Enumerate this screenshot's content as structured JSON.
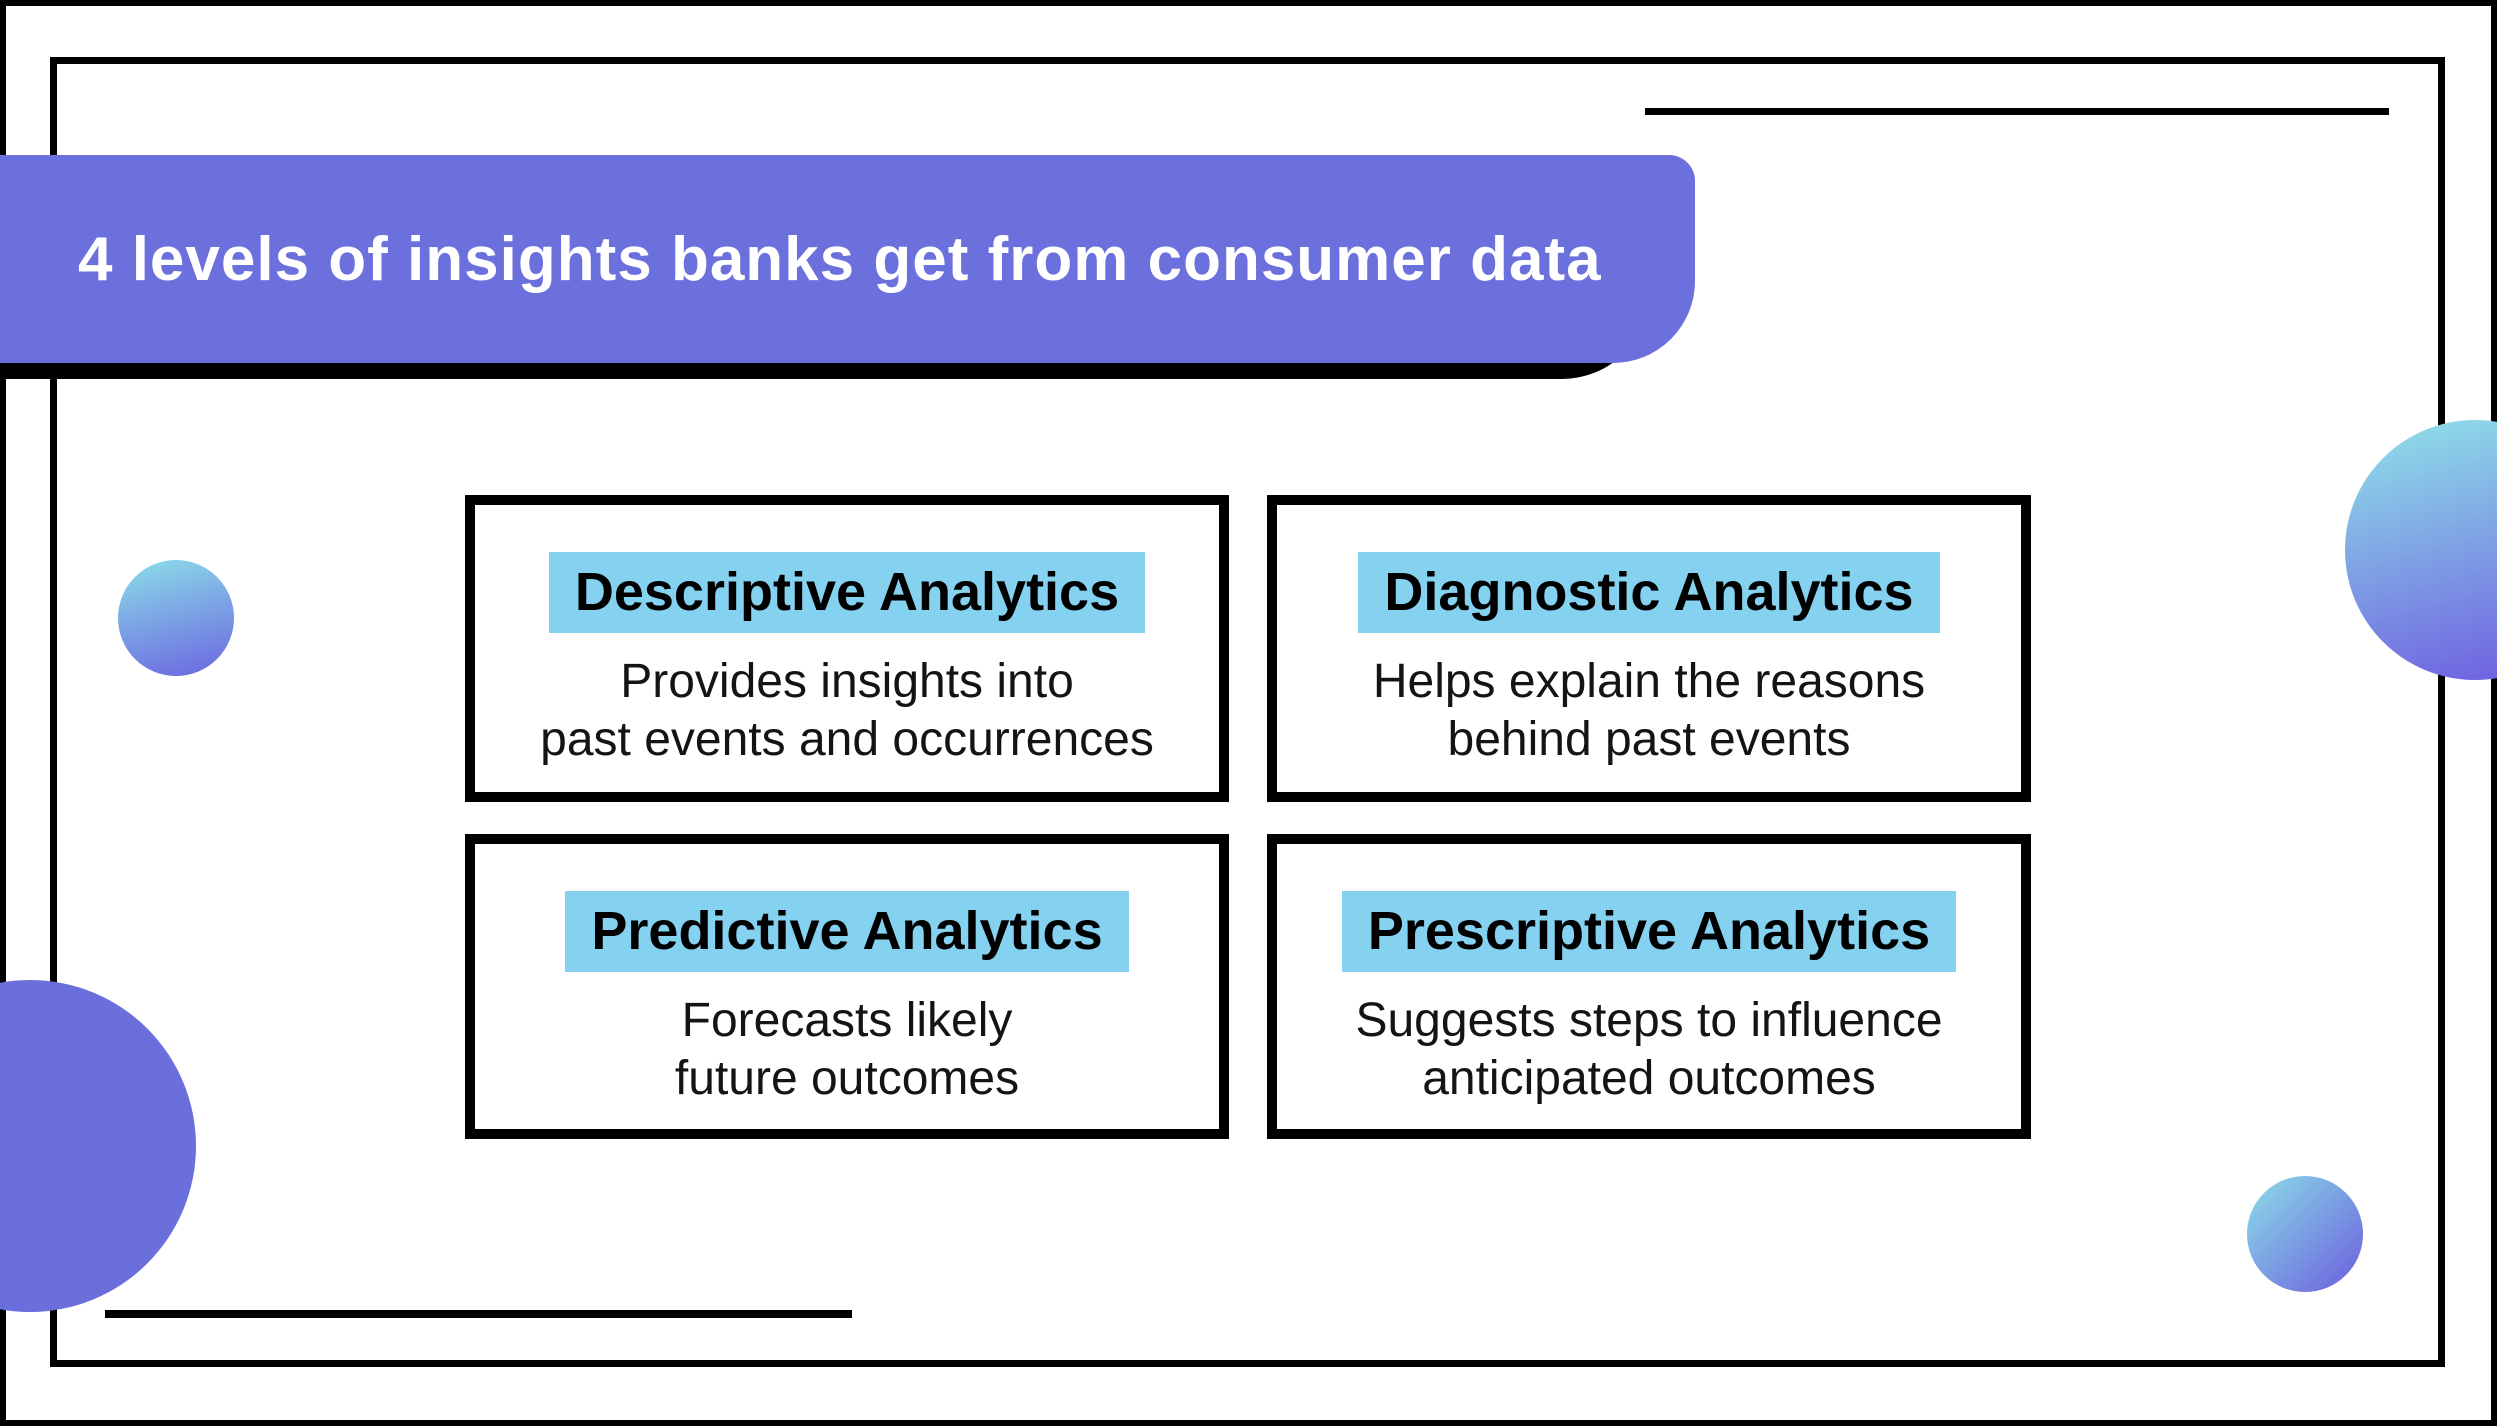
{
  "title": "4 levels of insights banks get from consumer data",
  "cards": [
    {
      "heading": "Descriptive Analytics",
      "description": "Provides insights into\npast events and occurrences"
    },
    {
      "heading": "Diagnostic Analytics",
      "description": "Helps explain the reasons\nbehind past events"
    },
    {
      "heading": "Predictive Analytics",
      "description": "Forecasts likely\nfuture outcomes"
    },
    {
      "heading": "Prescriptive Analytics",
      "description": "Suggests steps to influence\nanticipated outcomes"
    }
  ],
  "colors": {
    "banner_purple": "#6b70dc",
    "heading_highlight_blue": "#85d2f0",
    "circle_gradient_cyan": "#8ad8e8",
    "circle_gradient_purple": "#6c6be0",
    "solid_circle_purple": "#6b6fdb",
    "frame_black": "#000000",
    "title_text": "#ffffff",
    "body_text": "#141414"
  }
}
